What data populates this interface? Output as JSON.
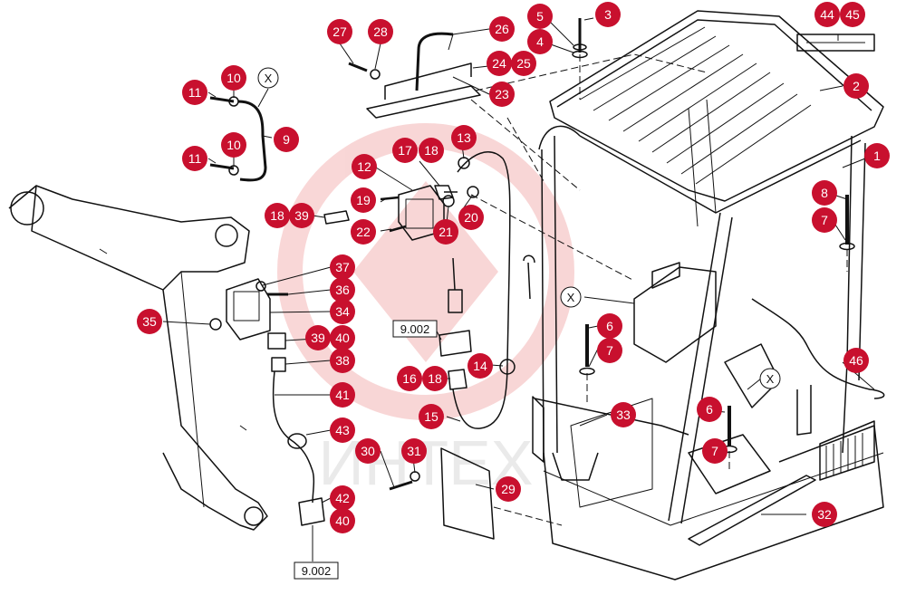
{
  "callouts": [
    {
      "id": "c1",
      "label": "1"
    },
    {
      "id": "c2",
      "label": "2"
    },
    {
      "id": "c3",
      "label": "3"
    },
    {
      "id": "c4",
      "label": "4"
    },
    {
      "id": "c5",
      "label": "5"
    },
    {
      "id": "c6a",
      "label": "6"
    },
    {
      "id": "c6b",
      "label": "6"
    },
    {
      "id": "c7a",
      "label": "7"
    },
    {
      "id": "c7b",
      "label": "7"
    },
    {
      "id": "c7c",
      "label": "7"
    },
    {
      "id": "c8",
      "label": "8"
    },
    {
      "id": "c9",
      "label": "9"
    },
    {
      "id": "c10a",
      "label": "10"
    },
    {
      "id": "c10b",
      "label": "10"
    },
    {
      "id": "c11a",
      "label": "11"
    },
    {
      "id": "c11b",
      "label": "11"
    },
    {
      "id": "c12",
      "label": "12"
    },
    {
      "id": "c13",
      "label": "13"
    },
    {
      "id": "c14",
      "label": "14"
    },
    {
      "id": "c15",
      "label": "15"
    },
    {
      "id": "c16",
      "label": "16"
    },
    {
      "id": "c17",
      "label": "17"
    },
    {
      "id": "c18a",
      "label": "18"
    },
    {
      "id": "c18b",
      "label": "18"
    },
    {
      "id": "c18c",
      "label": "18"
    },
    {
      "id": "c19",
      "label": "19"
    },
    {
      "id": "c20",
      "label": "20"
    },
    {
      "id": "c21",
      "label": "21"
    },
    {
      "id": "c22",
      "label": "22"
    },
    {
      "id": "c23",
      "label": "23"
    },
    {
      "id": "c24",
      "label": "24"
    },
    {
      "id": "c25",
      "label": "25"
    },
    {
      "id": "c26",
      "label": "26"
    },
    {
      "id": "c27",
      "label": "27"
    },
    {
      "id": "c28",
      "label": "28"
    },
    {
      "id": "c29",
      "label": "29"
    },
    {
      "id": "c30",
      "label": "30"
    },
    {
      "id": "c31",
      "label": "31"
    },
    {
      "id": "c32",
      "label": "32"
    },
    {
      "id": "c33",
      "label": "33"
    },
    {
      "id": "c34",
      "label": "34"
    },
    {
      "id": "c35",
      "label": "35"
    },
    {
      "id": "c36",
      "label": "36"
    },
    {
      "id": "c37",
      "label": "37"
    },
    {
      "id": "c38",
      "label": "38"
    },
    {
      "id": "c39a",
      "label": "39"
    },
    {
      "id": "c39b",
      "label": "39"
    },
    {
      "id": "c40a",
      "label": "40"
    },
    {
      "id": "c40b",
      "label": "40"
    },
    {
      "id": "c41",
      "label": "41"
    },
    {
      "id": "c42",
      "label": "42"
    },
    {
      "id": "c43",
      "label": "43"
    },
    {
      "id": "c44",
      "label": "44"
    },
    {
      "id": "c45",
      "label": "45"
    },
    {
      "id": "c46",
      "label": "46"
    }
  ],
  "cross_refs": [
    {
      "id": "ref1",
      "label": "9.002"
    },
    {
      "id": "ref2",
      "label": "9.002"
    }
  ],
  "markers": [
    {
      "id": "x1",
      "label": "X"
    },
    {
      "id": "x2",
      "label": "X"
    },
    {
      "id": "x3",
      "label": "X"
    }
  ],
  "watermark_text": "ИНТЕХ",
  "colors": {
    "callout_fill": "#c8102e",
    "callout_text": "#ffffff",
    "line": "#111111",
    "watermark": "#d9d9d9",
    "watermark_logo": "#f4b6b6"
  }
}
